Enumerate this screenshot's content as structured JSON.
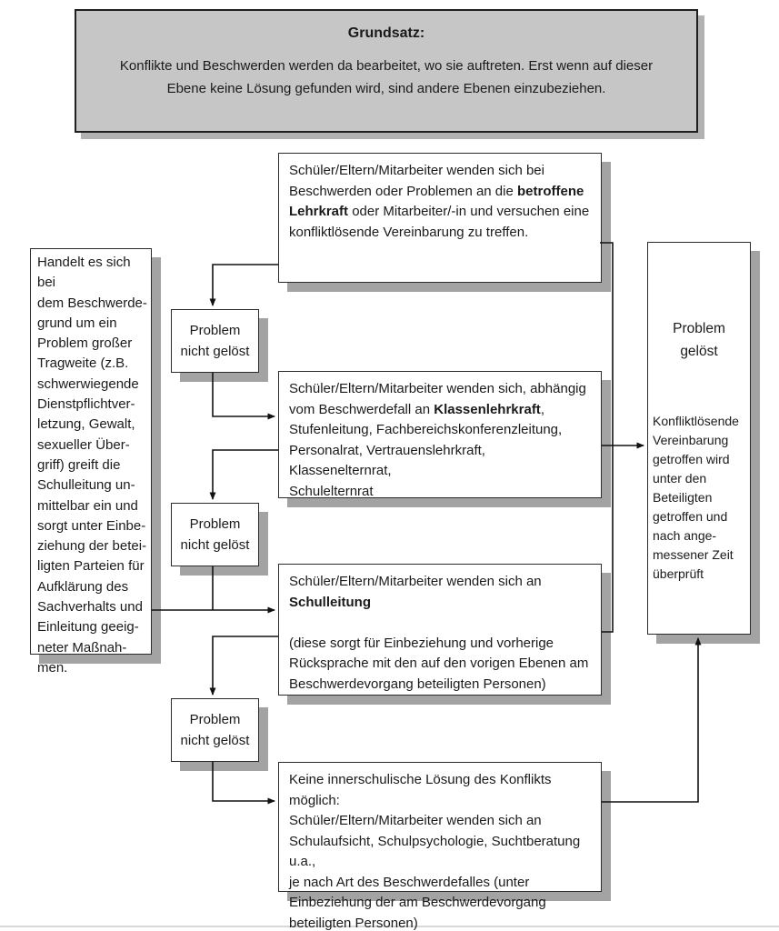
{
  "principle": {
    "title": "Grundsatz:",
    "body": "Konflikte und Beschwerden werden da bearbeitet, wo sie auftreten. Erst wenn auf dieser Ebene keine Lösung gefunden wird, sind andere Ebenen einzubeziehen."
  },
  "left_note": {
    "text": "Handelt es sich bei\ndem Beschwerde-\ngrund um ein\nProblem großer\nTragweite (z.B.\nschwerwiegende\nDienstpflichtver-\nletzung, Gewalt,\nsexueller Über-\ngriff) greift die\nSchulleitung un-\nmittelbar ein und\nsorgt unter Einbe-\nziehung der betei-\nligten Parteien für\nAufklärung des\nSachverhalts und\nEinleitung geeig-\nneter Maßnah-\nmen."
  },
  "steps": {
    "step1": {
      "segments": [
        {
          "t": "Schüler/Eltern/Mitarbeiter wenden sich bei\nBeschwerden oder Problemen an die ",
          "b": false
        },
        {
          "t": "betroffene\nLehrkraft",
          "b": true
        },
        {
          "t": " oder Mitarbeiter/-in und versuchen eine\nkonfliktlösende Vereinbarung zu treffen.",
          "b": false
        }
      ]
    },
    "step2": {
      "segments": [
        {
          "t": "Schüler/Eltern/Mitarbeiter wenden sich, abhängig\nvom Beschwerdefall an ",
          "b": false
        },
        {
          "t": "Klassenlehrkraft",
          "b": true
        },
        {
          "t": ",\nStufenleitung, Fachbereichskonferenzleitung,\nPersonalrat, Vertrauenslehrkraft, Klassenelternrat,\nSchulelternrat",
          "b": false
        }
      ]
    },
    "step3": {
      "segments": [
        {
          "t": "Schüler/Eltern/Mitarbeiter wenden sich an\n",
          "b": false
        },
        {
          "t": "Schulleitung",
          "b": true
        },
        {
          "t": "\n\n(diese sorgt für Einbeziehung und vorherige\nRücksprache mit den auf den vorigen Ebenen am\nBeschwerdevorgang beteiligten Personen)",
          "b": false
        }
      ]
    },
    "step4": {
      "segments": [
        {
          "t": "Keine innerschulische Lösung des Konflikts möglich:\nSchüler/Eltern/Mitarbeiter wenden sich an\nSchulaufsicht, Schulpsychologie, Suchtberatung u.a.,\nje nach Art des Beschwerdefalles (unter\nEinbeziehung der am Beschwerdevorgang\nbeteiligten Personen)",
          "b": false
        }
      ]
    }
  },
  "decision": {
    "label": "Problem\nnicht gelöst"
  },
  "solved": {
    "title": "Problem\ngelöst",
    "body": "Konfliktlösende\nVereinbarung\ngetroffen wird\nunter den\nBeteiligten\ngetroffen und\nnach ange-\nmessener Zeit\nüberprüft"
  },
  "colors": {
    "principle_fill": "#c6c6c6",
    "box_border": "#2b2b2b",
    "shadow": "#a3a3a3",
    "connector_line": "#111111"
  }
}
